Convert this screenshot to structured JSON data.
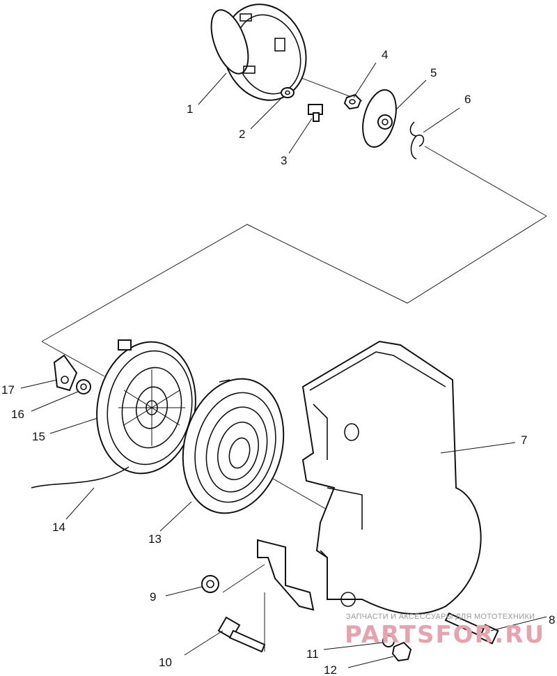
{
  "callouts": {
    "c1": "1",
    "c2": "2",
    "c3": "3",
    "c4": "4",
    "c5": "5",
    "c6": "6",
    "c7": "7",
    "c8": "8",
    "c9": "9",
    "c10": "10",
    "c11": "11",
    "c12": "12",
    "c13": "13",
    "c14": "14",
    "c15": "15",
    "c16": "16",
    "c17": "17"
  },
  "watermark": {
    "tagline": "ЗАПЧАСТИ И АКСЕССУАРЫ ДЛЯ МОТОТЕХНИКИ",
    "logo": "PARTSFOR.RU",
    "color": "#e6a3ad"
  }
}
